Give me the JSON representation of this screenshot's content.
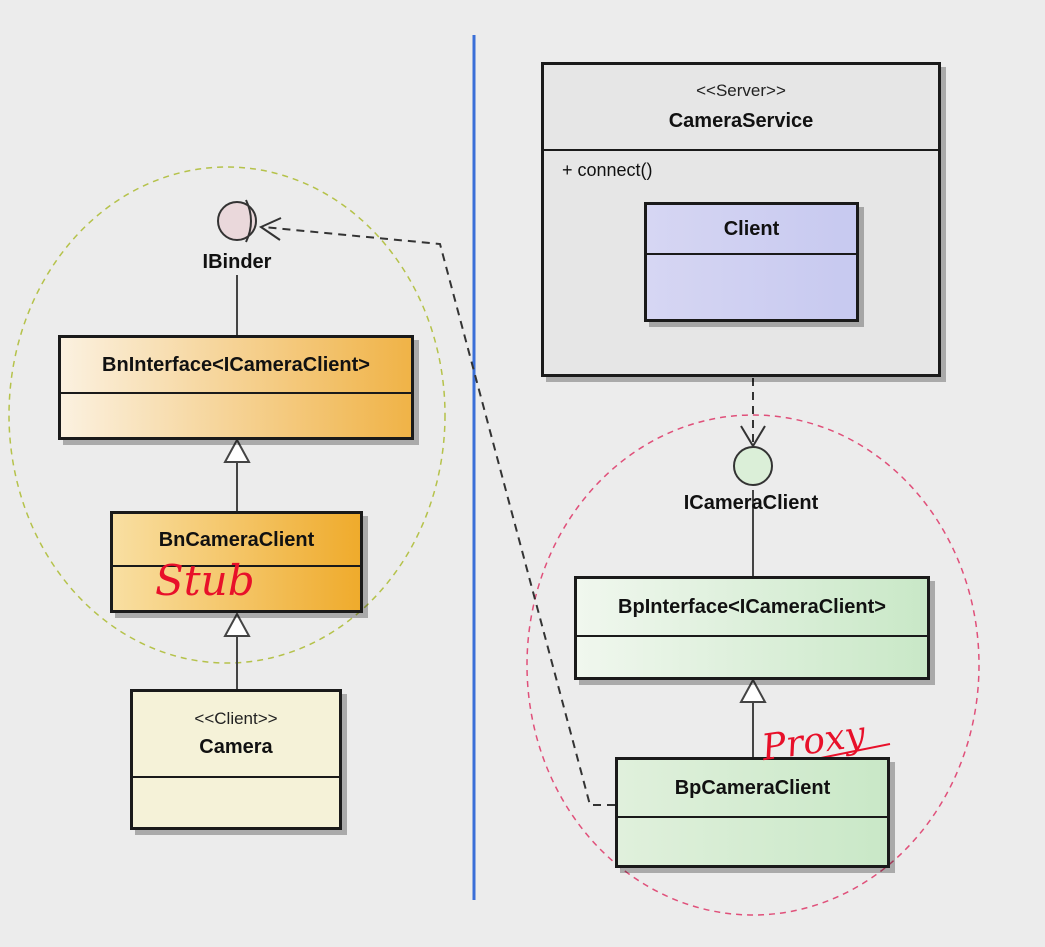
{
  "interfaces": {
    "ibinder": "IBinder",
    "icameraclient": "ICameraClient"
  },
  "left": {
    "bninterface": {
      "name": "BnInterface<ICameraClient>"
    },
    "bncameraclient": {
      "name": "BnCameraClient"
    },
    "camera": {
      "stereotype": "<<Client>>",
      "name": "Camera"
    }
  },
  "right": {
    "cameraservice": {
      "stereotype": "<<Server>>",
      "name": "CameraService",
      "operation": "+ connect()"
    },
    "client": {
      "name": "Client"
    },
    "bpinterface": {
      "name": "BpInterface<ICameraClient>"
    },
    "bpcameraclient": {
      "name": "BpCameraClient"
    }
  },
  "annotations": {
    "stub": "Stub",
    "proxy": "Proxy",
    "tilde": "~"
  },
  "colors": {
    "background": "#ececec",
    "divider": "#3a6fd8",
    "stub_group_outline": "#b5c24a",
    "proxy_group_outline": "#e0507a",
    "annotation": "#e8102a"
  }
}
